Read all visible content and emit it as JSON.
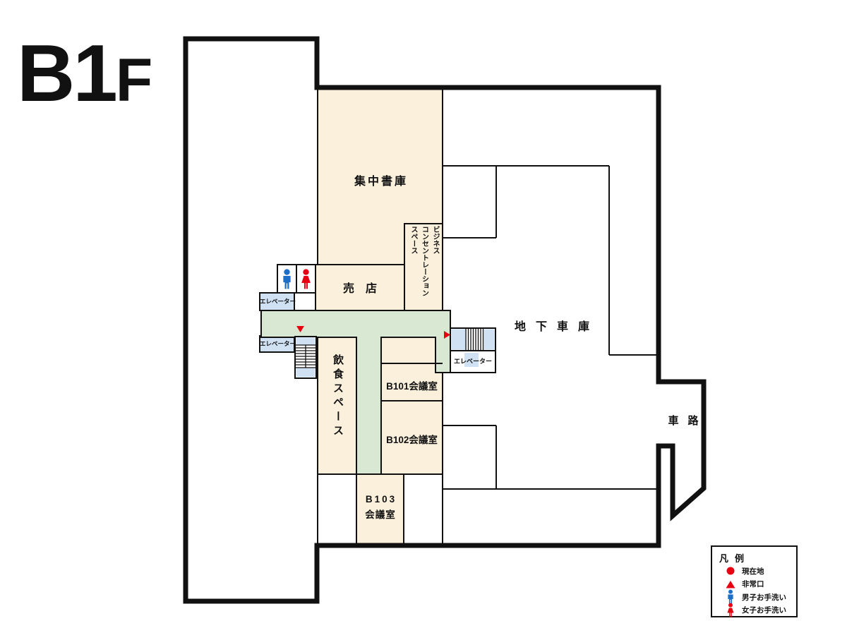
{
  "title": {
    "floor": "B1",
    "suffix": "F"
  },
  "rooms": {
    "stacks": "集中書庫",
    "business_concentration": [
      "ビジネス",
      "コンセントレーション",
      "スペース"
    ],
    "shop": "売店",
    "dining": "飲食スペース",
    "meeting_b101": "B101会議室",
    "meeting_b102": "B102会議室",
    "meeting_b103_line1": "B103",
    "meeting_b103_line2": "会議室",
    "garage": "地下車庫",
    "ramp": "車路"
  },
  "facilities": {
    "elevator": "エレベーター"
  },
  "legend": {
    "title": "凡例",
    "items": [
      {
        "icon": "current-location",
        "label": "現在地"
      },
      {
        "icon": "emergency-exit",
        "label": "非常口"
      },
      {
        "icon": "mens-restroom",
        "label": "男子お手洗い"
      },
      {
        "icon": "womens-restroom",
        "label": "女子お手洗い"
      }
    ]
  },
  "colors": {
    "room_fill": "#FBF0DC",
    "corridor_fill": "#D9E8D2",
    "elevator_fill": "#CFE1F3",
    "wall": "#111111",
    "accent_red": "#E60012",
    "accent_blue": "#1E6EC8"
  }
}
